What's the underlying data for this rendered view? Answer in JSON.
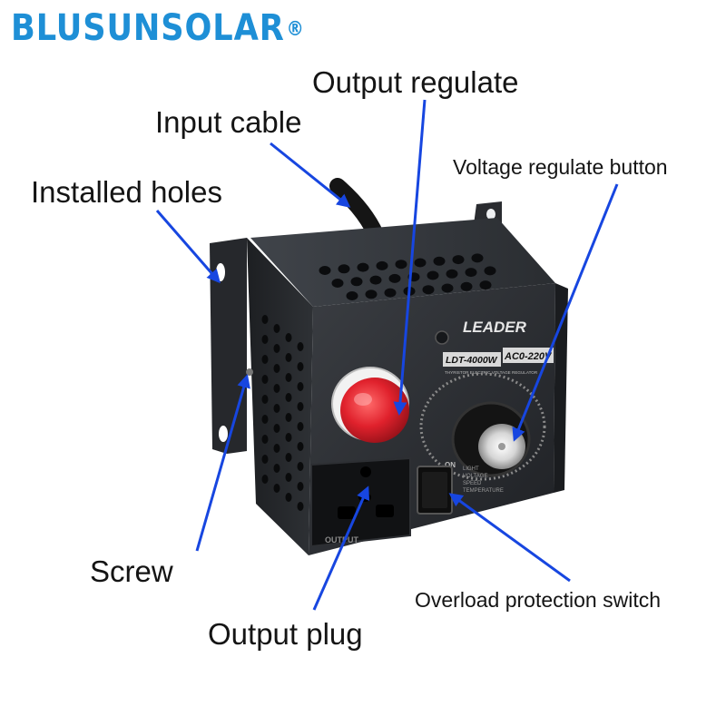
{
  "brand": {
    "logo_text": "BLUSUNSOLAR",
    "registered_mark": "®",
    "color": "#1e8fd6"
  },
  "callouts": {
    "output_regulate": "Output regulate",
    "input_cable": "Input cable",
    "installed_holes": "Installed holes",
    "voltage_regulate_button": "Voltage regulate button",
    "screw": "Screw",
    "output_plug": "Output plug",
    "overload_protection_switch": "Overload protection switch"
  },
  "device": {
    "brand_plate": "LEADER",
    "model": "LDT-4000W",
    "voltage_range": "AC0-220V",
    "subtitle": "THYRISTOR ELECTRIC VOLTAGE REGULATOR",
    "switch_label": "ON",
    "output_label": "OUTPUT",
    "features": [
      "LIGHT",
      "VOLTAGE",
      "SPEED",
      "TEMPERATURE"
    ]
  },
  "colors": {
    "arrow": "#1746e0",
    "case": "#2c2f33",
    "indicator": "#e0212c"
  }
}
